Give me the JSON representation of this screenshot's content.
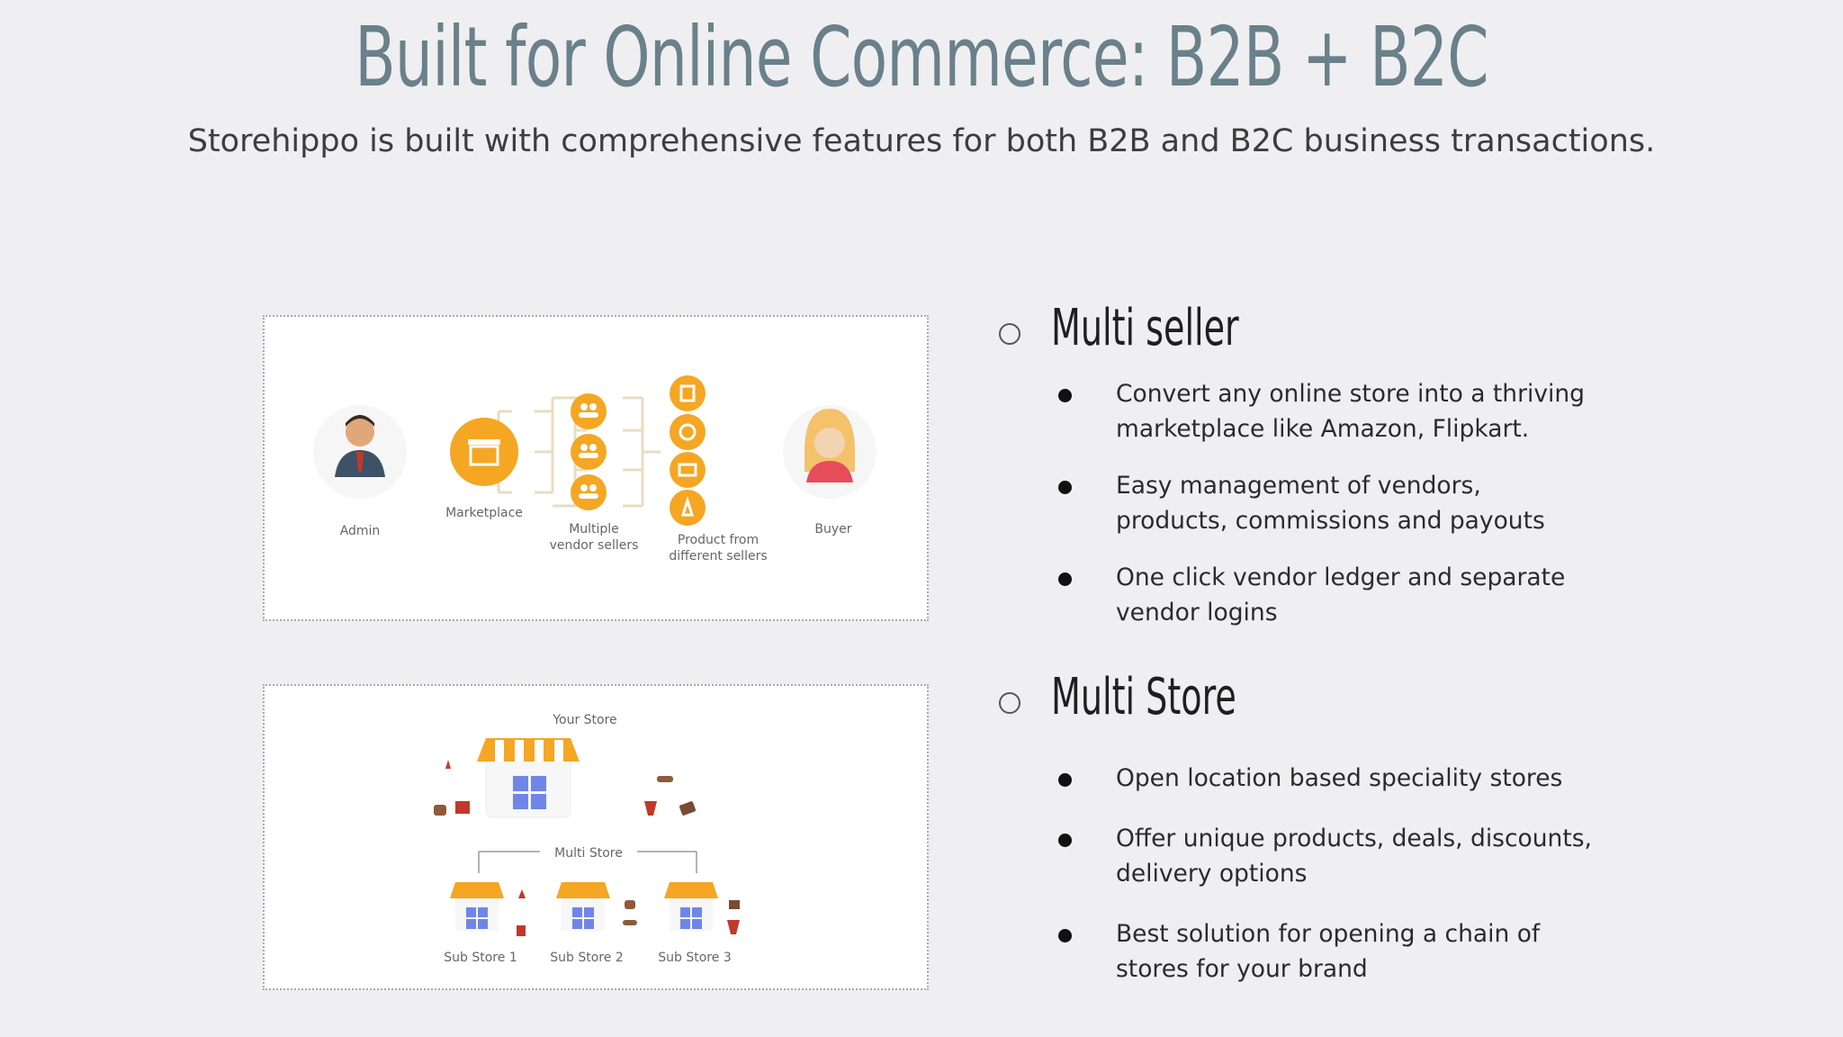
{
  "header": {
    "title": "Built for Online Commerce: B2B + B2C",
    "subtitle": "Storehippo is built with comprehensive features for both B2B and B2C business transactions."
  },
  "figure_multi_seller": {
    "labels": {
      "admin": "Admin",
      "marketplace": "Marketplace",
      "vendors_line1": "Multiple",
      "vendors_line2": "vendor sellers",
      "products_line1": "Product from",
      "products_line2": "different sellers",
      "buyer": "Buyer"
    }
  },
  "figure_multi_store": {
    "labels": {
      "your_store": "Your Store",
      "multi_store": "Multi Store",
      "sub1": "Sub Store 1",
      "sub2": "Sub Store 2",
      "sub3": "Sub Store 3"
    }
  },
  "sections": [
    {
      "title": "Multi seller",
      "bullets": [
        "Convert any online store into a thriving marketplace like Amazon, Flipkart.",
        "Easy management of vendors, products, commissions and payouts",
        "One click vendor ledger and separate vendor logins"
      ]
    },
    {
      "title": "Multi Store",
      "bullets": [
        "Open location based speciality stores",
        "Offer unique products, deals, discounts, delivery options",
        "Best solution for opening a chain of stores for your  brand"
      ]
    }
  ],
  "colors": {
    "title": "#6a808b",
    "accent_orange": "#f5a623",
    "store_blue": "#6f86e8"
  }
}
